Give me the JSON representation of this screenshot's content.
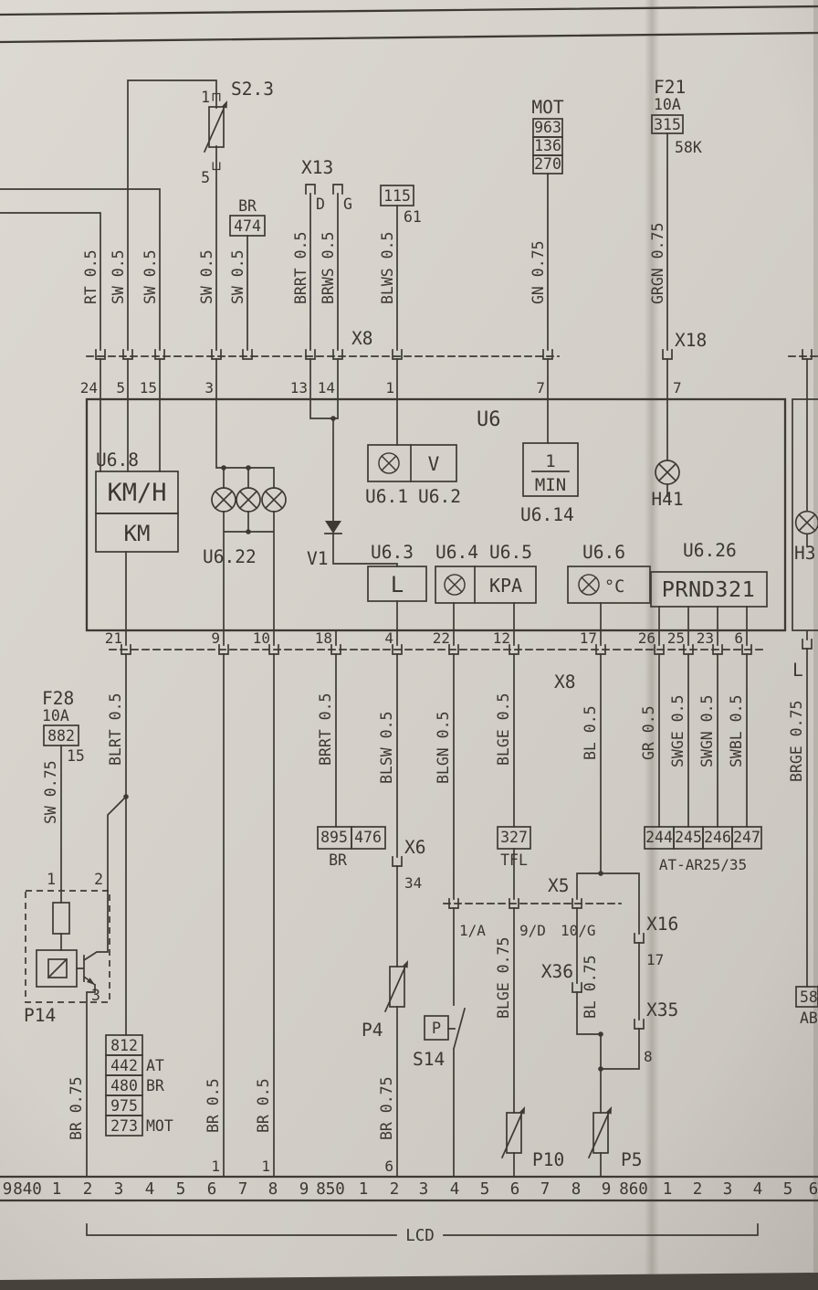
{
  "colors": {
    "paper": "#d7d3cc",
    "ink": "#3e3a33"
  },
  "top": {
    "s23": {
      "id": "S2.3",
      "pin_top": "1",
      "pin_bot": "5"
    },
    "br474": {
      "code": "BR",
      "ref": "474"
    },
    "x13": {
      "id": "X13",
      "pin_d": "D",
      "pin_g": "G"
    },
    "b115": {
      "ref": "115",
      "term": "61"
    },
    "mot": {
      "id": "MOT",
      "refs": [
        "963",
        "136",
        "270"
      ]
    },
    "f21": {
      "id": "F21",
      "amp": "10A",
      "ref": "315",
      "term": "58K"
    }
  },
  "wtop": [
    "RT 0.5",
    "SW 0.5",
    "SW 0.5",
    "SW 0.5",
    "SW 0.5",
    "BRRT 0.5",
    "BRWS 0.5",
    "BLWS 0.5",
    "GN 0.75",
    "GRGN 0.75"
  ],
  "x8t": {
    "id": "X8",
    "pins": [
      "24",
      "5",
      "15",
      "3",
      "13",
      "14",
      "1",
      "7"
    ]
  },
  "x18": {
    "id": "X18",
    "pin": "7"
  },
  "u6": {
    "id": "U6",
    "u68": {
      "id": "U6.8",
      "l1": "KM/H",
      "l2": "KM"
    },
    "u622": {
      "id": "U6.22"
    },
    "v1": {
      "id": "V1"
    },
    "u61": {
      "id": "U6.1"
    },
    "u62": {
      "id": "U6.2",
      "t": "V"
    },
    "u614": {
      "id": "U6.14",
      "n": "1",
      "d": "MIN"
    },
    "h41": {
      "id": "H41"
    },
    "u63": {
      "id": "U6.3",
      "t": "L"
    },
    "u64": {
      "id": "U6.4"
    },
    "u65": {
      "id": "U6.5",
      "t": "KPA"
    },
    "u66": {
      "id": "U6.6",
      "t": "°C"
    },
    "u626": {
      "id": "U6.26",
      "t": "PRND321"
    },
    "pins": [
      "21",
      "9",
      "10",
      "18",
      "4",
      "22",
      "12",
      "17",
      "26",
      "25",
      "23",
      "6"
    ],
    "x8b": "X8"
  },
  "wmid": [
    "BLRT 0.5",
    "BRRT 0.5",
    "BLSW 0.5",
    "BLGN 0.5",
    "BLGE 0.5",
    "BL 0.5",
    "GR 0.5",
    "SWGE 0.5",
    "SWGN 0.5",
    "SWBL 0.5"
  ],
  "refs": {
    "r895": "895",
    "r476": "476",
    "br": "BR",
    "r327": "327",
    "tfl": "TFL",
    "r244": "244",
    "r245": "245",
    "r246": "246",
    "r247": "247",
    "dest": "AT-AR25/35"
  },
  "x6": {
    "id": "X6",
    "pin": "34"
  },
  "x5": {
    "id": "X5",
    "pa": "1/A",
    "pd": "9/D",
    "pg": "10/G"
  },
  "x16": {
    "id": "X16",
    "pin": "17"
  },
  "x36": {
    "id": "X36"
  },
  "x35": {
    "id": "X35",
    "pin": "8"
  },
  "f28": {
    "id": "F28",
    "amp": "10A",
    "ref": "882",
    "term": "15",
    "wire": "SW 0.75"
  },
  "p14": {
    "id": "P14",
    "p1": "1",
    "p2": "2",
    "p3": "3",
    "wire_out": "BR 0.75"
  },
  "stack": {
    "rows": [
      "812",
      "442",
      "480",
      "975",
      "273"
    ],
    "at": "AT",
    "br": "BR",
    "mot": "MOT"
  },
  "low": {
    "p4": {
      "id": "P4",
      "wire_out": "BR 0.75",
      "tpin": "6"
    },
    "s14": {
      "id": "S14",
      "sym": "P"
    },
    "p10": {
      "id": "P10",
      "wire": "BLGE 0.75"
    },
    "p5": {
      "id": "P5",
      "wire": "BL 0.75"
    },
    "g9": {
      "wire": "BR 0.5",
      "tpin": "1"
    },
    "g10": {
      "wire": "BR 0.5",
      "tpin": "1"
    }
  },
  "tracks": [
    "9",
    "840",
    "1",
    "2",
    "3",
    "4",
    "5",
    "6",
    "7",
    "8",
    "9",
    "850",
    "1",
    "2",
    "3",
    "4",
    "5",
    "6",
    "7",
    "8",
    "9",
    "860",
    "1",
    "2",
    "3",
    "4",
    "5",
    "6"
  ],
  "lcd": "LCD",
  "edge": {
    "lamp": "H3",
    "lpin": "L",
    "wire": "BRGE 0.75",
    "r1": "58",
    "r2": "AB"
  }
}
